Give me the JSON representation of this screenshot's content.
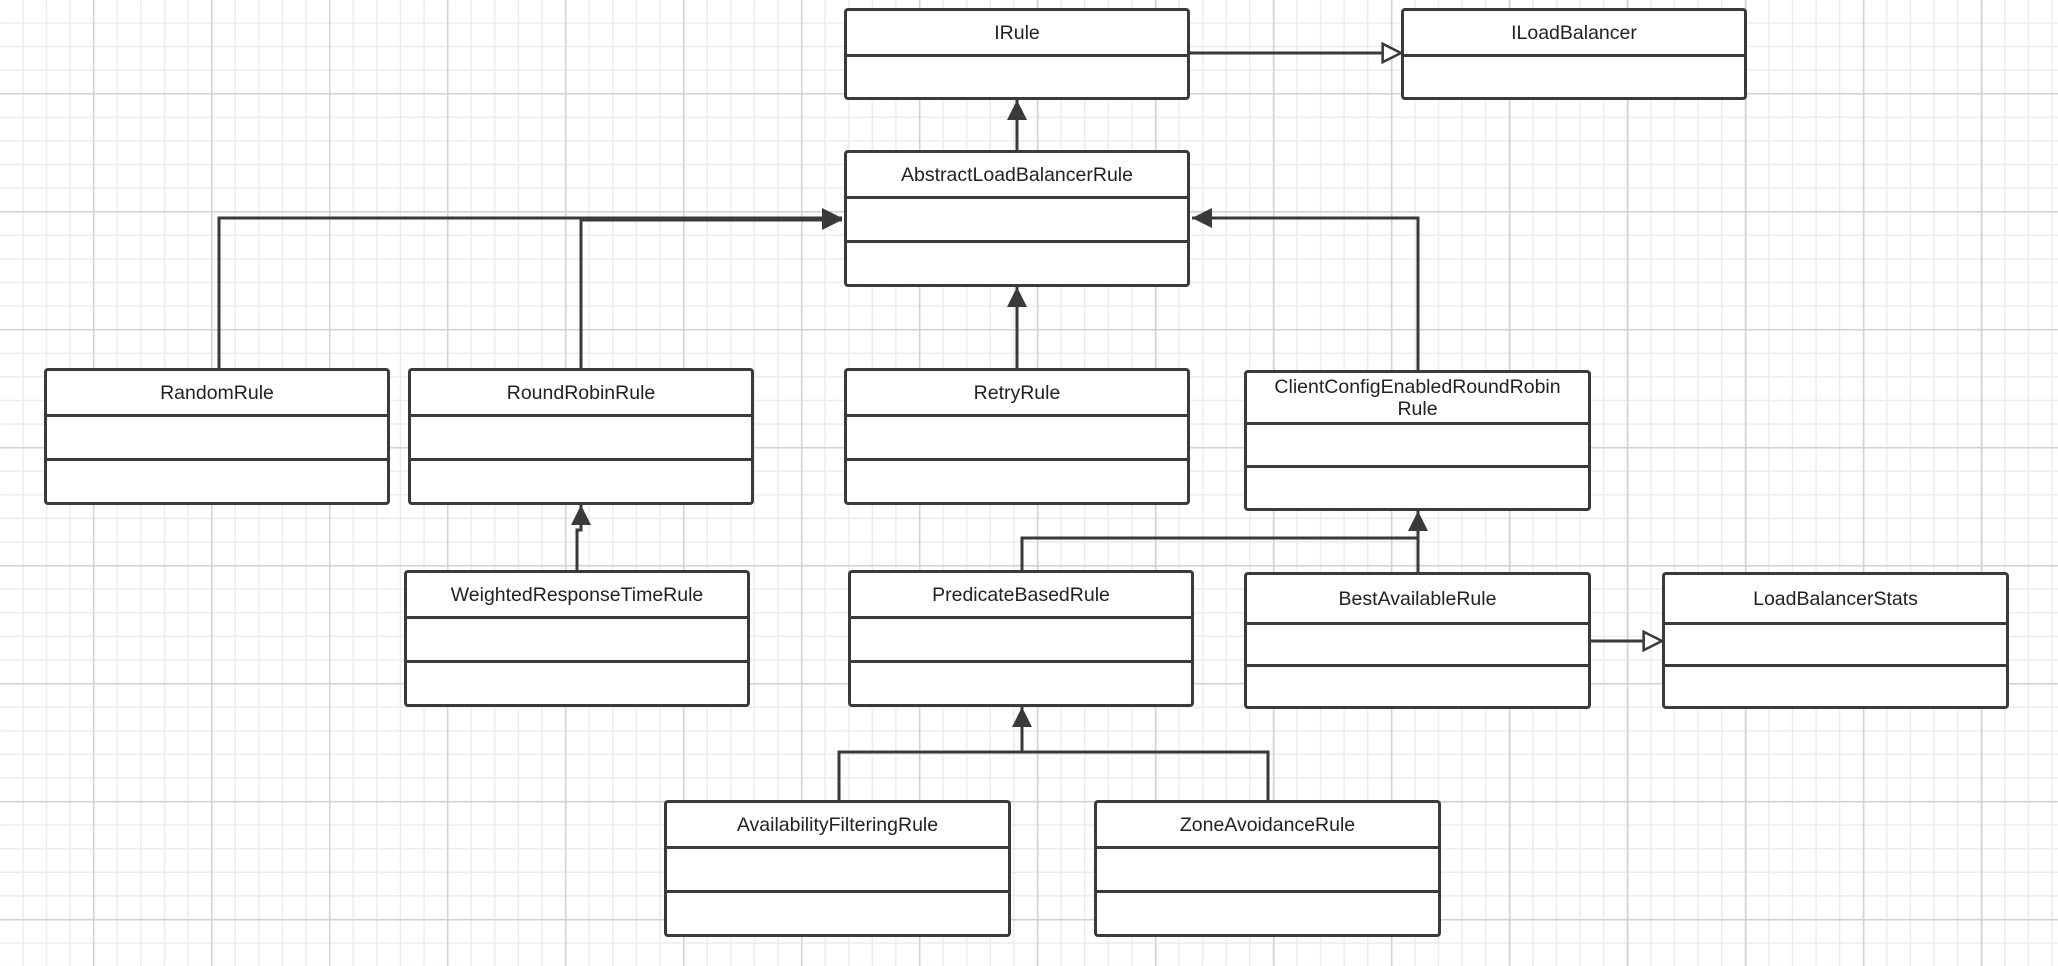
{
  "diagram": {
    "classes": {
      "irule": "IRule",
      "iloadbalancer": "ILoadBalancer",
      "abstract_lb_rule": "AbstractLoadBalancerRule",
      "random_rule": "RandomRule",
      "round_robin_rule": "RoundRobinRule",
      "retry_rule": "RetryRule",
      "client_config_rule": "ClientConfigEnabledRoundRobin Rule",
      "weighted_rule": "WeightedResponseTimeRule",
      "predicate_rule": "PredicateBasedRule",
      "best_available_rule": "BestAvailableRule",
      "lb_stats": "LoadBalancerStats",
      "availability_rule": "AvailabilityFilteringRule",
      "zone_avoidance_rule": "ZoneAvoidanceRule"
    },
    "relationships": [
      {
        "from": "AbstractLoadBalancerRule",
        "to": "IRule",
        "type": "generalization"
      },
      {
        "from": "IRule",
        "to": "ILoadBalancer",
        "type": "bidirectional-association"
      },
      {
        "from": "RandomRule",
        "to": "AbstractLoadBalancerRule",
        "type": "generalization"
      },
      {
        "from": "RoundRobinRule",
        "to": "AbstractLoadBalancerRule",
        "type": "generalization"
      },
      {
        "from": "RetryRule",
        "to": "AbstractLoadBalancerRule",
        "type": "generalization"
      },
      {
        "from": "ClientConfigEnabledRoundRobinRule",
        "to": "AbstractLoadBalancerRule",
        "type": "generalization"
      },
      {
        "from": "WeightedResponseTimeRule",
        "to": "RoundRobinRule",
        "type": "generalization"
      },
      {
        "from": "PredicateBasedRule",
        "to": "ClientConfigEnabledRoundRobinRule",
        "type": "generalization"
      },
      {
        "from": "BestAvailableRule",
        "to": "ClientConfigEnabledRoundRobinRule",
        "type": "generalization"
      },
      {
        "from": "BestAvailableRule",
        "to": "LoadBalancerStats",
        "type": "association"
      },
      {
        "from": "AvailabilityFilteringRule",
        "to": "PredicateBasedRule",
        "type": "generalization"
      },
      {
        "from": "ZoneAvoidanceRule",
        "to": "PredicateBasedRule",
        "type": "generalization"
      }
    ],
    "colors": {
      "line": "#3a3a3a",
      "box_fill": "#ffffff",
      "text": "#222222"
    }
  }
}
